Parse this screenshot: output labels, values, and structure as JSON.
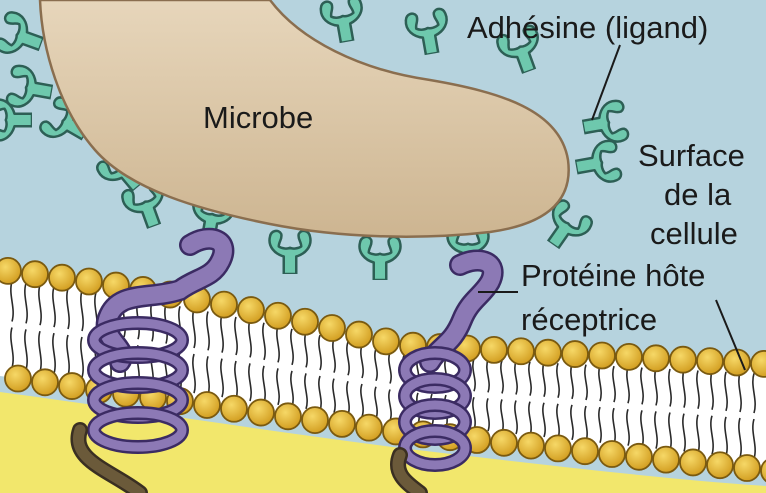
{
  "labels": {
    "microbe": "Microbe",
    "adhesin": "Adhésine (ligand)",
    "surface_line1": "Surface",
    "surface_line2": "de la",
    "surface_line3": "cellule",
    "receptor_line1": "Protéine hôte",
    "receptor_line2": "réceptrice"
  },
  "colors": {
    "background": "#b6d3de",
    "microbe_fill": "#d8c3a3",
    "microbe_stroke": "#8a6e4f",
    "adhesin_fill": "#6ec8ad",
    "adhesin_stroke": "#2d5f55",
    "lipid_head": "#e4b93a",
    "lipid_head_stroke": "#7a5a10",
    "cytoplasm": "#f2e76c",
    "receptor": "#8c79b5",
    "receptor_dark": "#3b2b63",
    "receptor_tail": "#6b5a3a"
  },
  "icons": {
    "adhesin": "adhesin-ligand-icon",
    "lipid": "phospholipid-icon"
  }
}
